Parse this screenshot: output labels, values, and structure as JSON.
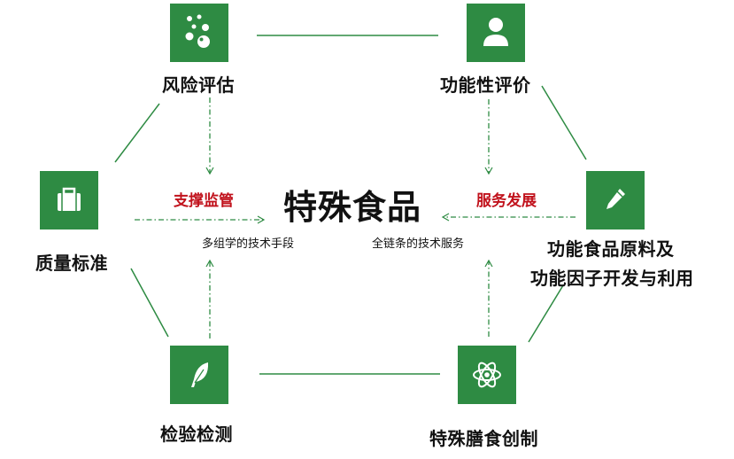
{
  "center": {
    "title": "特殊食品"
  },
  "nodes": {
    "risk": "风险评估",
    "function_eval": "功能性评价",
    "quality": "质量标准",
    "raw_material_line1": "功能食品原料及",
    "raw_material_line2": "功能因子开发与利用",
    "inspection": "检验检测",
    "special_diet": "特殊膳食创制"
  },
  "left_support": {
    "title": "支撑监管",
    "subtitle": "多组学的技术手段"
  },
  "right_service": {
    "title": "服务发展",
    "subtitle": "全链条的技术服务"
  },
  "colors": {
    "box": "#2e8b43",
    "line": "#2e8b43",
    "red": "#c1121c",
    "text": "#111111"
  },
  "icons": {
    "risk": "bubbles-icon",
    "function_eval": "user-icon",
    "quality": "briefcase-icon",
    "raw_material": "pencil-icon",
    "inspection": "feather-icon",
    "special_diet": "atom-icon"
  }
}
